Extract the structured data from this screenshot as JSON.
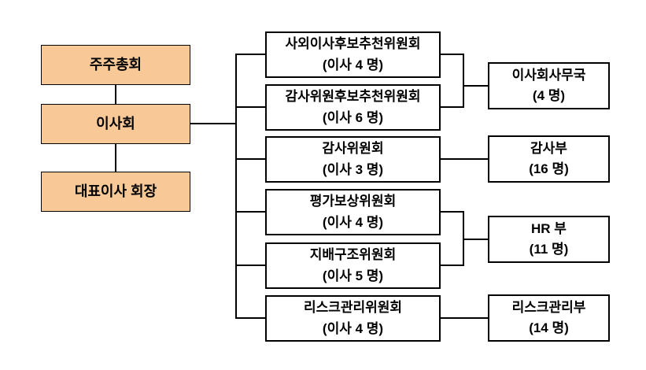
{
  "governance_chain": [
    {
      "label": "주주총회"
    },
    {
      "label": "이사회"
    },
    {
      "label": "대표이사 회장"
    }
  ],
  "committees": [
    {
      "title": "사외이사후보추천위원회",
      "detail": "(이사 4 명)"
    },
    {
      "title": "감사위원후보추천위원회",
      "detail": "(이사 6 명)"
    },
    {
      "title": "감사위원회",
      "detail": "(이사 3 명)"
    },
    {
      "title": "평가보상위원회",
      "detail": "(이사 4 명)"
    },
    {
      "title": "지배구조위원회",
      "detail": "(이사 5 명)"
    },
    {
      "title": "리스크관리위원회",
      "detail": "(이사 4 명)"
    }
  ],
  "departments": [
    {
      "title": "이사회사무국",
      "detail": "(4 명)"
    },
    {
      "title": "감사부",
      "detail": "(16 명)"
    },
    {
      "title": "HR 부",
      "detail": "(11 명)"
    },
    {
      "title": "리스크관리부",
      "detail": "(14 명)"
    }
  ],
  "colors": {
    "highlight_fill": "#F8C997",
    "box_border": "#000000",
    "connector": "#000000",
    "background": "#FFFFFF",
    "text": "#000000"
  }
}
